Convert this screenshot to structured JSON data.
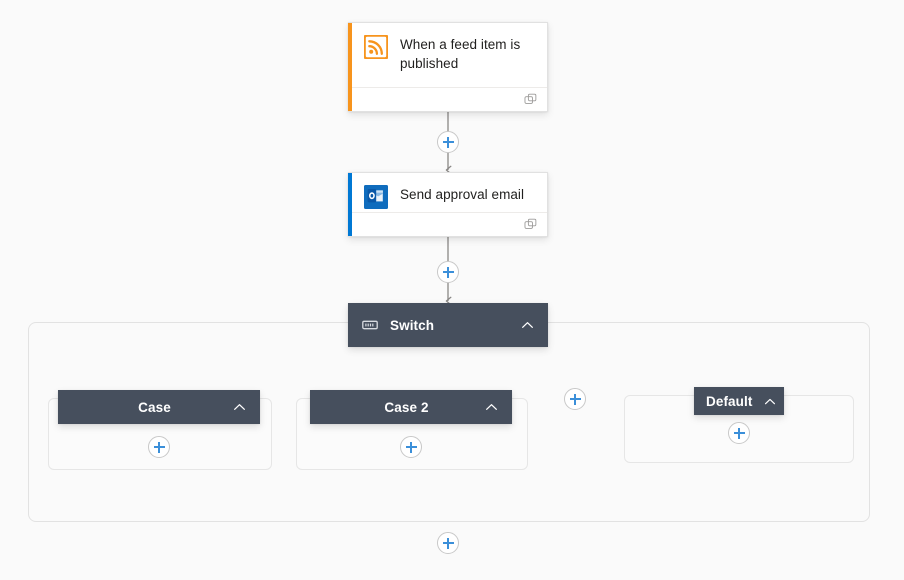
{
  "canvas": {
    "background_color": "#fafafa",
    "accent_blue": "#3b8fd9",
    "node_header_color": "#464f5d",
    "connector_color": "#8a8886"
  },
  "nodes": [
    {
      "id": "rss-trigger",
      "type": "trigger-card",
      "title": "When a feed item is published",
      "icon": "rss-icon",
      "accent_color": "#f7941d",
      "footer_icon": "copy-icon"
    },
    {
      "id": "send-approval-email",
      "type": "action-card",
      "title": "Send approval email",
      "icon": "outlook-icon",
      "accent_color": "#0078d4",
      "footer_icon": "copy-icon"
    },
    {
      "id": "switch",
      "type": "switch-header",
      "title": "Switch",
      "icon": "switch-icon",
      "chevron": "chevron-up-icon"
    }
  ],
  "switch_cases": [
    {
      "id": "case-1",
      "title": "Case",
      "chevron": "chevron-up-icon",
      "add_label": "+"
    },
    {
      "id": "case-2",
      "title": "Case 2",
      "chevron": "chevron-up-icon",
      "add_label": "+"
    },
    {
      "id": "case-default",
      "title": "Default",
      "chevron": "chevron-up-icon",
      "add_label": "+"
    }
  ],
  "add_buttons": {
    "after_trigger": "+",
    "after_email": "+",
    "add_case": "+",
    "case_1_body": "+",
    "case_2_body": "+",
    "default_body": "+",
    "after_switch": "+"
  }
}
